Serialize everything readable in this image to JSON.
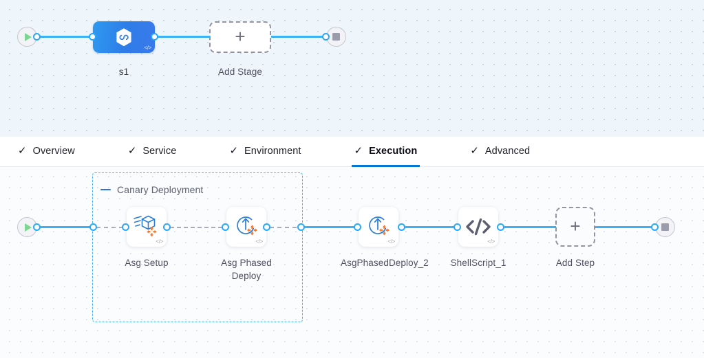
{
  "stage_canvas": {
    "start_node": {
      "name": "pipeline-start",
      "icon": "play-icon"
    },
    "end_node": {
      "name": "pipeline-end",
      "icon": "stop-icon"
    },
    "stage": {
      "label": "s1",
      "icon": "deployment-hexagon-icon",
      "badge": "</>"
    },
    "add_stage": {
      "label": "Add Stage",
      "icon": "plus-icon"
    }
  },
  "tabs": [
    {
      "label": "Overview",
      "check": "✓",
      "active": false
    },
    {
      "label": "Service",
      "check": "✓",
      "active": false
    },
    {
      "label": "Environment",
      "check": "✓",
      "active": false
    },
    {
      "label": "Execution",
      "check": "✓",
      "active": true
    },
    {
      "label": "Advanced",
      "check": "✓",
      "active": false
    }
  ],
  "execution_canvas": {
    "start_node": {
      "name": "execution-start",
      "icon": "play-icon"
    },
    "end_node": {
      "name": "execution-end",
      "icon": "stop-icon"
    },
    "group": {
      "title": "Canary Deployment",
      "collapse_icon": "minus-icon"
    },
    "steps": [
      {
        "id": "asg-setup",
        "label": "Asg Setup",
        "icon": "asg-setup-icon",
        "badge": "</>",
        "in_group": true
      },
      {
        "id": "asg-phased-deploy",
        "label": "Asg Phased Deploy",
        "icon": "asg-phased-deploy-icon",
        "badge": "</>",
        "in_group": true
      },
      {
        "id": "asg-phased-deploy-2",
        "label": "AsgPhasedDeploy_2",
        "icon": "asg-phased-deploy-icon",
        "badge": "</>",
        "in_group": false
      },
      {
        "id": "shellscript-1",
        "label": "ShellScript_1",
        "icon": "code-icon",
        "badge": "</>",
        "in_group": false
      }
    ],
    "add_step": {
      "label": "Add Step",
      "icon": "plus-icon"
    }
  },
  "colors": {
    "accent_blue": "#3ab1f5",
    "stage_blue": "#2e7de8",
    "tab_active": "#0278d5",
    "group_border": "#40b4f7",
    "orange": "#f97a2b",
    "play_green": "#7ed492",
    "stop_gray": "#9a9bab",
    "canvas_top_bg": "#eef6fb",
    "canvas_bottom_bg": "#fbfcfd"
  }
}
